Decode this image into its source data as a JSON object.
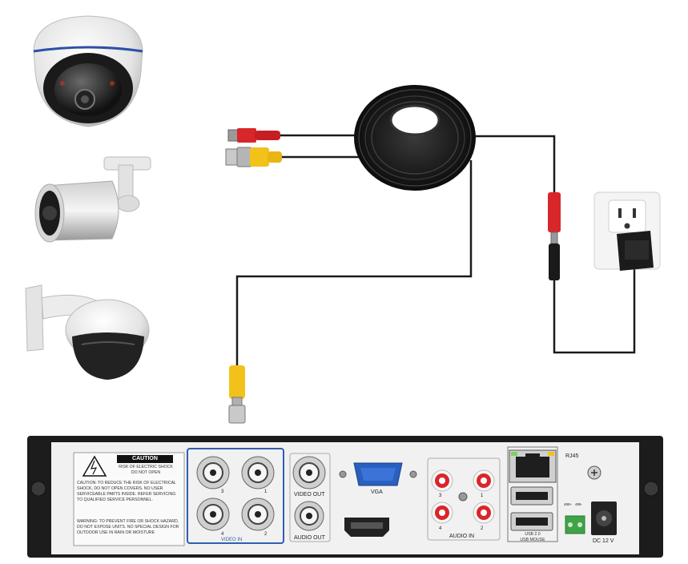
{
  "dvr": {
    "caution_title": "CAUTION",
    "caution_sub": "RISK OF ELECTRIC SHOCK\nDO NOT OPEN",
    "caution_text": "CAUTION: TO REDUCE THE RISK OF ELECTRICAL SHOCK, DO NOT OPEN COVERS. NO USER SERVICEABLE PARTS INSIDE. REFER SERVICING TO QUALIFIED SERVICE PERSONNEL.",
    "warning_text": "WARNING: TO PREVENT FIRE OR SHOCK HAZARD, DO NOT EXPOSE UNITS. NO SPECIAL DESIGN FOR OUTDOOR USE IN RAIN OR MOISTURE",
    "video_in_label": "VIDEO IN",
    "video_in_numbers": [
      "3",
      "1",
      "4",
      "2"
    ],
    "video_out_label": "VIDEO OUT",
    "audio_out_label": "AUDIO OUT",
    "vga_label": "VGA",
    "audio_in_label": "AUDIO IN",
    "audio_in_numbers": [
      "3",
      "1",
      "4",
      "2"
    ],
    "rj45_label": "RJ45",
    "usb_label": "USB 2.0\nUSB MOUSE",
    "rs485_labels": [
      "485+",
      "485-"
    ],
    "dc_label": "DC 12 V"
  },
  "colors": {
    "cable": "#1a1a1a",
    "bnc_yellow": "#f2c21a",
    "power_red": "#d8262a",
    "video_in_highlight": "#2f5fb0",
    "vga_blue": "#2a5fbf",
    "dvr_body": "#f1f1f1",
    "dvr_frame": "#1c1c1c"
  },
  "icons": [
    "dome-camera-icon",
    "bullet-camera-icon",
    "ptz-camera-icon",
    "cable-coil-icon",
    "wall-outlet-icon",
    "power-adapter-icon",
    "bnc-connector-icon",
    "dc-power-plug-icon"
  ]
}
